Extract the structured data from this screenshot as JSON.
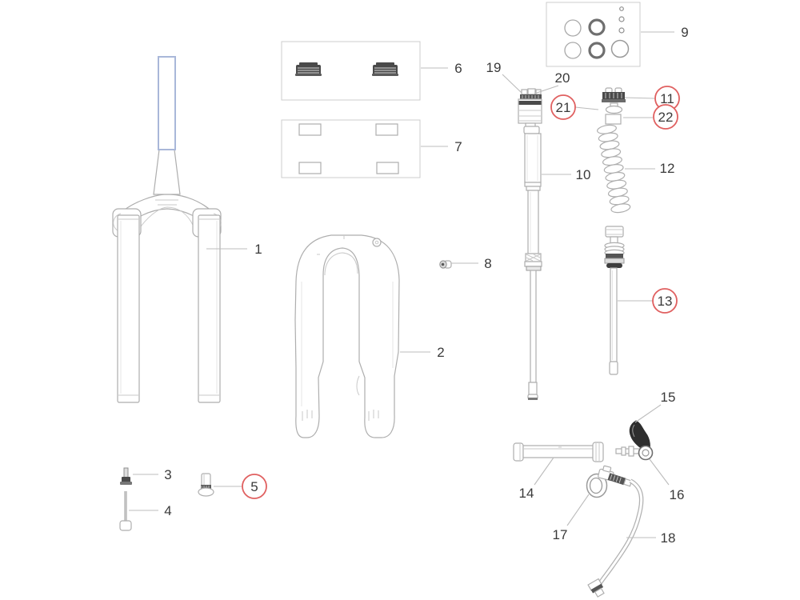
{
  "diagram": {
    "title": "Suspension fork exploded parts diagram",
    "background_color": "#ffffff",
    "line_color": "#aeaeae",
    "leader_color": "#bcbcbc",
    "label_text_color": "#3a3a3a",
    "highlight_circle_color": "#e06060",
    "steerer_accent_color": "#a9b7d9",
    "dark_part_color": "#4a4a4a",
    "labels": [
      {
        "text": "1",
        "circled": false
      },
      {
        "text": "2",
        "circled": false
      },
      {
        "text": "3",
        "circled": false
      },
      {
        "text": "4",
        "circled": false
      },
      {
        "text": "5",
        "circled": true
      },
      {
        "text": "6",
        "circled": false
      },
      {
        "text": "7",
        "circled": false
      },
      {
        "text": "8",
        "circled": false
      },
      {
        "text": "9",
        "circled": false
      },
      {
        "text": "10",
        "circled": false
      },
      {
        "text": "11",
        "circled": true
      },
      {
        "text": "12",
        "circled": false
      },
      {
        "text": "13",
        "circled": true
      },
      {
        "text": "14",
        "circled": false
      },
      {
        "text": "15",
        "circled": false
      },
      {
        "text": "16",
        "circled": false
      },
      {
        "text": "17",
        "circled": false
      },
      {
        "text": "18",
        "circled": false
      },
      {
        "text": "19",
        "circled": false
      },
      {
        "text": "20",
        "circled": false
      },
      {
        "text": "21",
        "circled": true
      },
      {
        "text": "22",
        "circled": true
      }
    ]
  }
}
